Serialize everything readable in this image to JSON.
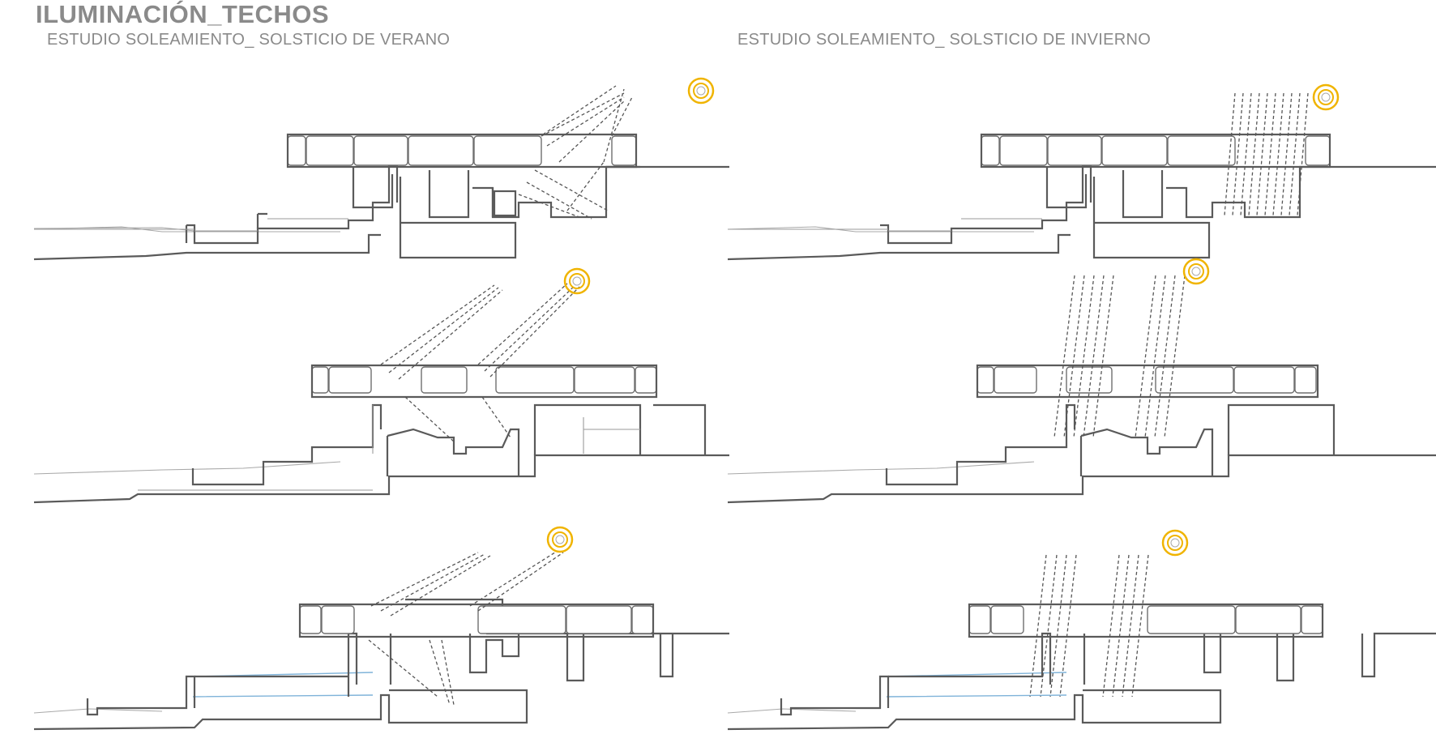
{
  "header": {
    "title": "ILUMINACIÓN_TECHOS",
    "subtitle_left": "ESTUDIO SOLEAMIENTO_ SOLSTICIO DE VERANO",
    "subtitle_right": "ESTUDIO SOLEAMIENTO_ SOLSTICIO DE INVIERNO"
  },
  "colors": {
    "title_text": "#8a8a8a",
    "sun": "#f0b400",
    "lines": "#5a5a5a",
    "water": "#7fb3d9"
  },
  "sections": [
    {
      "row": 1,
      "study": "verano",
      "icon": "sun-icon"
    },
    {
      "row": 1,
      "study": "invierno",
      "icon": "sun-icon"
    },
    {
      "row": 2,
      "study": "verano",
      "icon": "sun-icon"
    },
    {
      "row": 2,
      "study": "invierno",
      "icon": "sun-icon"
    },
    {
      "row": 3,
      "study": "verano",
      "icon": "sun-icon"
    },
    {
      "row": 3,
      "study": "invierno",
      "icon": "sun-icon"
    }
  ]
}
